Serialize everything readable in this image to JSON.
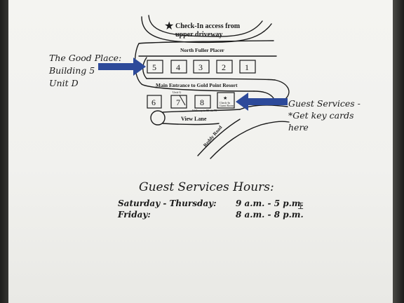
{
  "map": {
    "checkin_line1": "Check-In access from",
    "checkin_line2": "upper driveway",
    "north_fuller": "North Fuller Placer",
    "main_entrance": "Main Entrance to Gold Point Resort",
    "view_lane": "View Lane",
    "reddy_road": "Reddy Road",
    "unit_g": "Unit G",
    "walkway": "Walkway to 80 via 78",
    "checkin_box_line1": "Check-In",
    "checkin_box_line2": "Guest Room",
    "top_buildings": [
      "5",
      "4",
      "3",
      "2",
      "1"
    ],
    "bottom_buildings": [
      "6",
      "7",
      "8"
    ]
  },
  "left_label": {
    "line1": "The Good Place:",
    "line2": "Building 5",
    "line3": "Unit D"
  },
  "right_label": {
    "line1": "Guest Services -",
    "line2": "*Get key cards",
    "line3": "here"
  },
  "hours": {
    "title": "Guest Services Hours:",
    "row1_day": "Saturday - Thursday:",
    "row1_time": "9 a.m. - 5 p.m.",
    "row2_day": "Friday:",
    "row2_time": "8 a.m. - 8 p.m."
  },
  "colors": {
    "arrow": "#2d4a9a",
    "ink": "#1a1a1a"
  },
  "icons": {
    "star": "star-icon",
    "cursor": "text-cursor-icon"
  }
}
